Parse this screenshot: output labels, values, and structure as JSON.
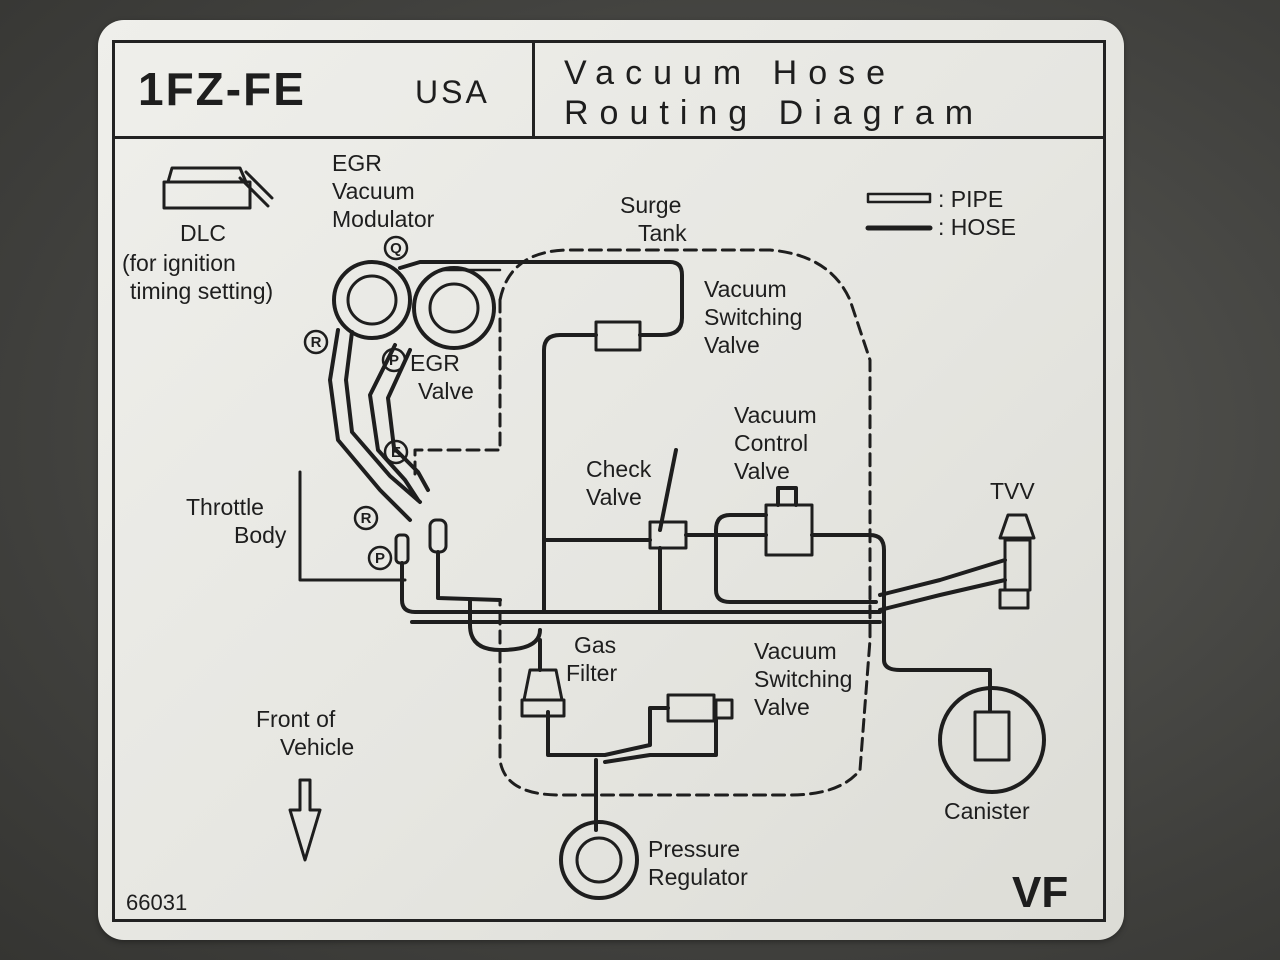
{
  "header": {
    "engine_code": "1FZ-FE",
    "market": "USA",
    "title_line1": "Vacuum Hose",
    "title_line2": "Routing Diagram"
  },
  "legend": {
    "pipe": ": PIPE",
    "hose": ": HOSE"
  },
  "labels": {
    "dlc": "DLC",
    "dlc_note1": "(for ignition",
    "dlc_note2": "timing setting)",
    "egr_mod1": "EGR",
    "egr_mod2": "Vacuum",
    "egr_mod3": "Modulator",
    "surge1": "Surge",
    "surge2": "Tank",
    "vsv_top1": "Vacuum",
    "vsv_top2": "Switching",
    "vsv_top3": "Valve",
    "egr_valve1": "EGR",
    "egr_valve2": "Valve",
    "throttle1": "Throttle",
    "throttle2": "Body",
    "check1": "Check",
    "check2": "Valve",
    "vcv1": "Vacuum",
    "vcv2": "Control",
    "vcv3": "Valve",
    "tvv": "TVV",
    "gas1": "Gas",
    "gas2": "Filter",
    "vsv_bot1": "Vacuum",
    "vsv_bot2": "Switching",
    "vsv_bot3": "Valve",
    "front1": "Front of",
    "front2": "Vehicle",
    "canister": "Canister",
    "pressure1": "Pressure",
    "pressure2": "Regulator",
    "port_q": "Q",
    "port_r1": "R",
    "port_p1": "P",
    "port_e": "E",
    "port_r2": "R",
    "port_p2": "P"
  },
  "footer": {
    "part_code": "66031",
    "mark": "VF"
  },
  "colors": {
    "ink": "#1e1e1e",
    "label_bg": "#e8e8e3",
    "surround": "#4a4a47"
  }
}
